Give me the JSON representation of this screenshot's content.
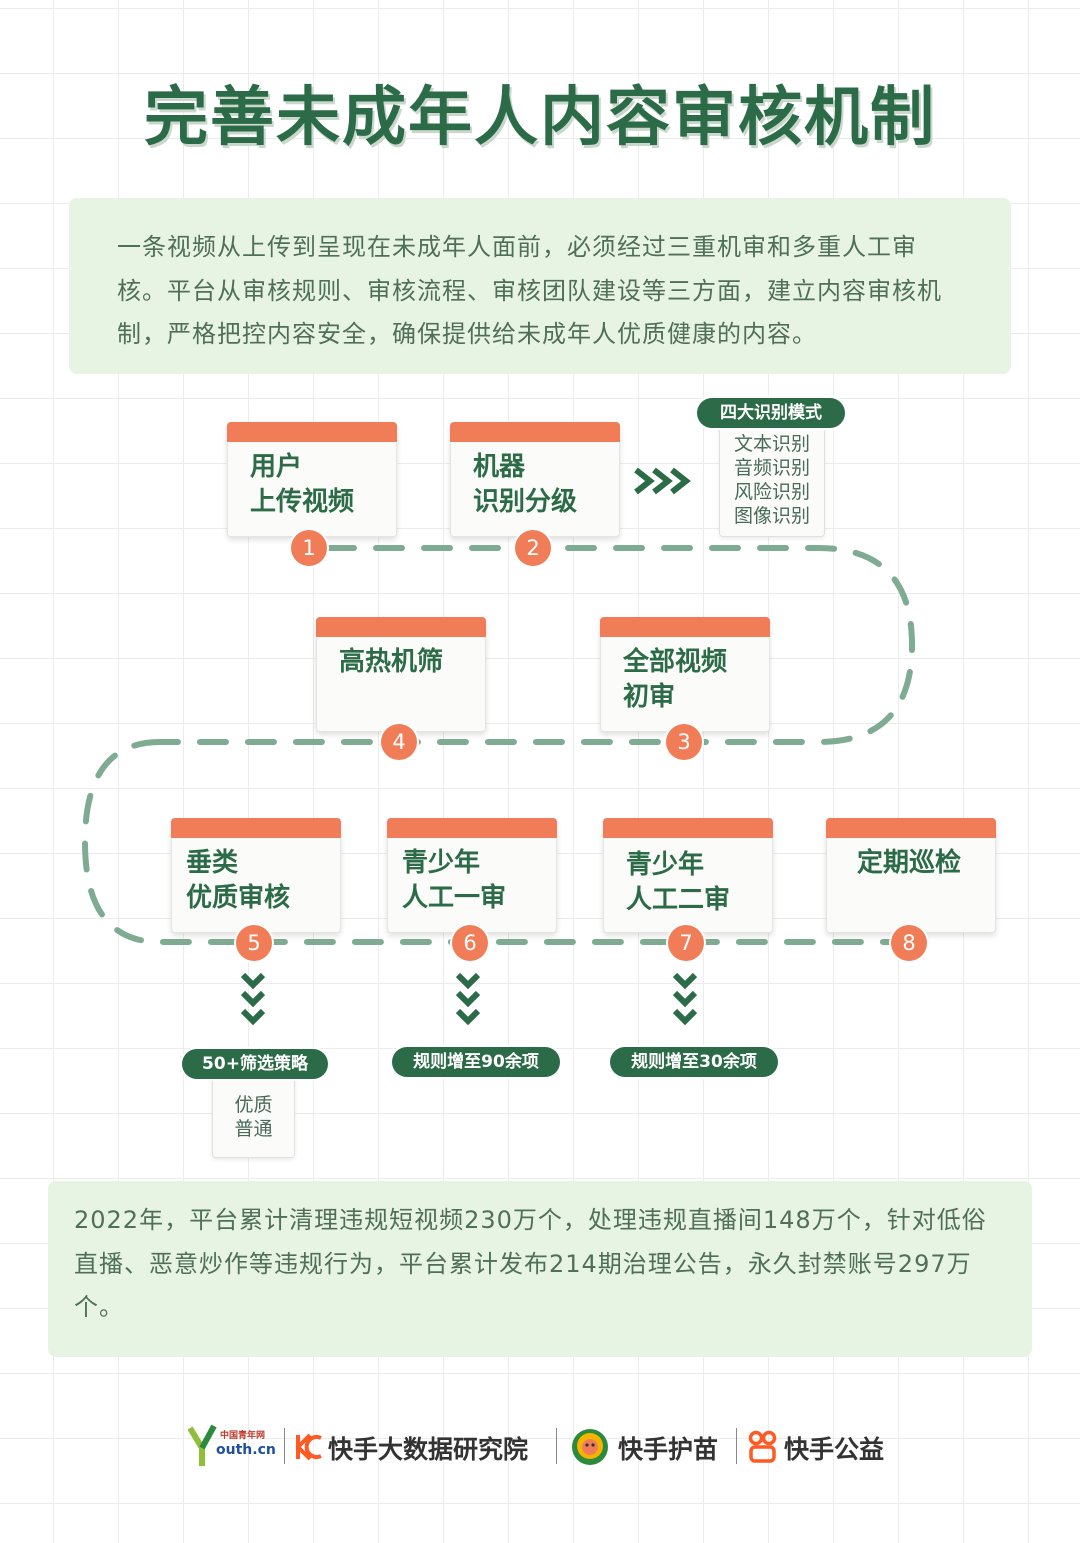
{
  "title": "完善未成年人内容审核机制",
  "intro": "一条视频从上传到呈现在未成年人面前，必须经过三重机审和多重人工审核。平台从审核规则、审核流程、审核团队建设等三方面，建立内容审核机制，严格把控内容安全，确保提供给未成年人优质健康的内容。",
  "steps": [
    {
      "num": "1",
      "label": "用户\n上传视频"
    },
    {
      "num": "2",
      "label": "机器\n识别分级"
    },
    {
      "num": "3",
      "label": "全部视频\n初审"
    },
    {
      "num": "4",
      "label": "高热机筛"
    },
    {
      "num": "5",
      "label": "垂类\n优质审核"
    },
    {
      "num": "6",
      "label": "青少年\n人工一审"
    },
    {
      "num": "7",
      "label": "青少年\n人工二审"
    },
    {
      "num": "8",
      "label": "定期巡检"
    }
  ],
  "recognition": {
    "title": "四大识别模式",
    "items": [
      "文本识别",
      "音频识别",
      "风险识别",
      "图像识别"
    ]
  },
  "tags": {
    "step5": {
      "label": "50+筛选策略",
      "items": [
        "优质",
        "普通"
      ]
    },
    "step6": {
      "label": "规则增至90余项"
    },
    "step7": {
      "label": "规则增至30余项"
    }
  },
  "summary": "2022年，平台累计清理违规短视频230万个，处理违规直播间148万个，针对低俗直播、恶意炒作等违规行为，平台累计发布214期治理公告，永久封禁账号297万个。",
  "footer": {
    "youth_logo_text": "outh.cn",
    "youth_logo_small": "中国青年网",
    "kuaishou_research": "快手大数据研究院",
    "kuaishou_humiao": "快手护苗",
    "kuaishou_gongyi": "快手公益"
  },
  "colors": {
    "title_green": "#2c6b47",
    "accent_orange": "#f07d58",
    "panel_green": "#e8f4e3",
    "dash_green": "#7fab93"
  }
}
